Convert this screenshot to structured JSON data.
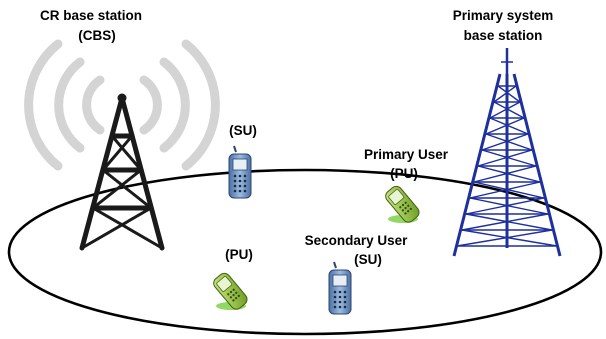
{
  "labels": {
    "cbs_line1": "CR base station",
    "cbs_line2": "(CBS)",
    "primary_bs_line1": "Primary system",
    "primary_bs_line2": "base station",
    "su_top": "(SU)",
    "primary_user_line1": "Primary User",
    "primary_user_line2": "(PU)",
    "pu_left": "(PU)",
    "secondary_user_line1": "Secondary User",
    "secondary_user_line2": "(SU)"
  },
  "icons": {
    "cbs_tower": "cr-base-station-tower-icon",
    "primary_tower": "primary-base-station-lattice-tower-icon",
    "su_phone": "secondary-user-phone-icon",
    "pu_phone": "primary-user-phone-icon"
  },
  "colors": {
    "cbs_tower": "#1a1a1a",
    "signal_waves": "#d4d4d4",
    "primary_tower": "#1e2f9e",
    "su_phone_body": "#6a8fc0",
    "pu_phone_body": "#8fc03c",
    "coverage_ellipse": "#000000"
  }
}
